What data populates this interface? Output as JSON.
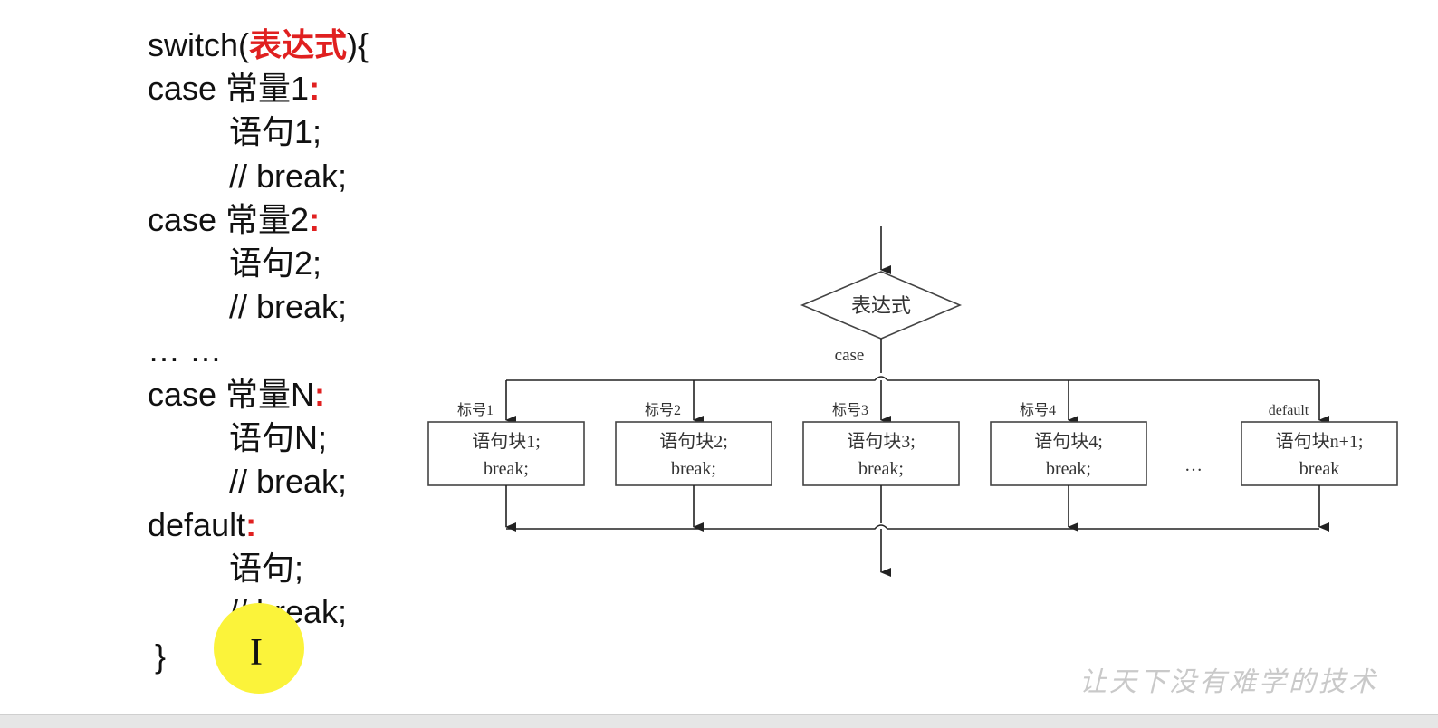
{
  "code": {
    "lines": [
      {
        "indent": false,
        "text": "switch(",
        "red": "表达式",
        "tail": "){"
      },
      {
        "indent": false,
        "text": "case 常量1",
        "red": ":",
        "tail": ""
      },
      {
        "indent": true,
        "text": "语句1;",
        "red": "",
        "tail": ""
      },
      {
        "indent": true,
        "text": "// break;",
        "red": "",
        "tail": ""
      },
      {
        "indent": false,
        "text": "case 常量2",
        "red": ":",
        "tail": ""
      },
      {
        "indent": true,
        "text": "语句2;",
        "red": "",
        "tail": ""
      },
      {
        "indent": true,
        "text": "// break;",
        "red": "",
        "tail": ""
      },
      {
        "indent": false,
        "text": "… …",
        "red": "",
        "tail": ""
      },
      {
        "indent": false,
        "text": "case 常量N",
        "red": ":",
        "tail": ""
      },
      {
        "indent": true,
        "text": "语句N;",
        "red": "",
        "tail": ""
      },
      {
        "indent": true,
        "text": "// break;",
        "red": "",
        "tail": ""
      },
      {
        "indent": false,
        "text": "default",
        "red": ":",
        "tail": ""
      },
      {
        "indent": true,
        "text": "语句;",
        "red": "",
        "tail": ""
      },
      {
        "indent": true,
        "text": "// break;",
        "red": "",
        "tail": ""
      },
      {
        "indent": false,
        "text": "}",
        "red": "",
        "tail": ""
      }
    ],
    "highlight_color": "#e02020"
  },
  "flowchart": {
    "decision": "表达式",
    "branch_label": "case",
    "blocks": [
      {
        "tag": "标号1",
        "line1": "语句块1;",
        "line2": "break;"
      },
      {
        "tag": "标号2",
        "line1": "语句块2;",
        "line2": "break;"
      },
      {
        "tag": "标号3",
        "line1": "语句块3;",
        "line2": "break;"
      },
      {
        "tag": "标号4",
        "line1": "语句块4;",
        "line2": "break;"
      },
      {
        "tag": "default",
        "line1": "语句块n+1;",
        "line2": "break"
      }
    ],
    "ellipsis": "…"
  },
  "watermark": "让天下没有难学的技术",
  "cursor": {
    "icon": "text-cursor-icon",
    "glyph": "I",
    "highlight": "#fbf33a"
  }
}
